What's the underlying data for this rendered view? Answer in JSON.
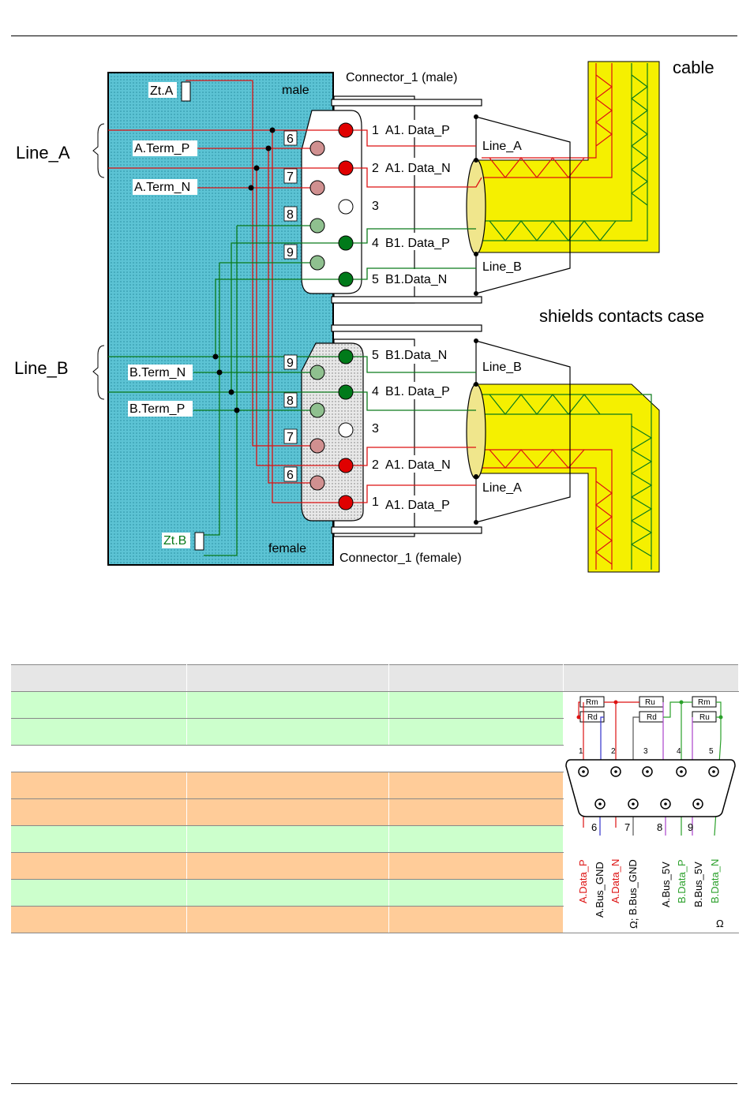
{
  "diagram": {
    "cable": "cable",
    "connector_male": "Connector_1 (male)",
    "connector_female": "Connector_1 (female)",
    "male": "male",
    "female": "female",
    "zt_a": "Zt.A",
    "zt_b": "Zt.B",
    "line_a": "Line_A",
    "line_b": "Line_B",
    "a_term_p": "A.Term_P",
    "a_term_n": "A.Term_N",
    "b_term_n": "B.Term_N",
    "b_term_p": "B.Term_P",
    "shields": "shields contacts case",
    "cable_line_a": "Line_A",
    "cable_line_b": "Line_B",
    "top_pins": [
      {
        "num": "1",
        "label": "A1. Data_P"
      },
      {
        "num": "2",
        "label": "A1. Data_N"
      },
      {
        "num": "3",
        "label": ""
      },
      {
        "num": "4",
        "label": "B1. Data_P"
      },
      {
        "num": "5",
        "label": "B1.Data_N"
      }
    ],
    "bottom_pins": [
      {
        "num": "5",
        "label": "B1.Data_N"
      },
      {
        "num": "4",
        "label": "B1. Data_P"
      },
      {
        "num": "3",
        "label": ""
      },
      {
        "num": "2",
        "label": "A1. Data_N"
      },
      {
        "num": "1",
        "label": "A1. Data_P"
      }
    ],
    "top_numbers": [
      "6",
      "7",
      "8",
      "9"
    ],
    "bottom_numbers": [
      "9",
      "8",
      "7",
      "6"
    ]
  },
  "pinout": {
    "top_nums": [
      "1",
      "2",
      "3",
      "4",
      "5"
    ],
    "bottom_nums": [
      "6",
      "7",
      "8",
      "9"
    ],
    "resistors": [
      "Rm",
      "Rd",
      "Ru",
      "Rd",
      "Rm",
      "Ru"
    ],
    "signals": [
      "A.Data_P",
      "A.Bus_GND",
      "A.Data_N",
      "B.Bus_GND",
      "A.Bus_5V",
      "B.Data_P",
      "B.Bus_5V",
      "B.Data_N"
    ],
    "omega": "Ω",
    "omega_semi": "Ω;"
  },
  "colors": {
    "cyan": "#48b8cc",
    "yellow": "#f5f000",
    "red": "#dd1111",
    "green": "#0a7a1a",
    "row_green": "#ccffcc",
    "row_orange": "#ffcc99"
  }
}
